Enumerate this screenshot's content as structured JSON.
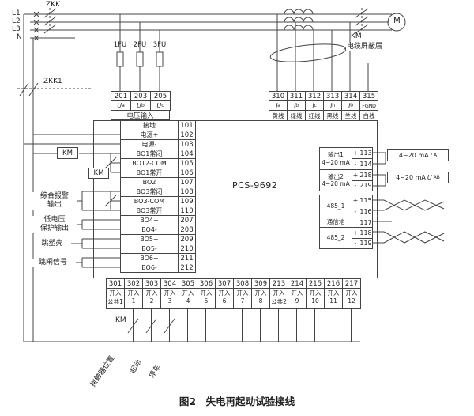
{
  "caption": "图2　失电再起动试验接线",
  "model": "PCS-9692",
  "top": {
    "phases": [
      "L1",
      "L2",
      "L3",
      "N"
    ],
    "breaker_label": "ZKK",
    "breaker2_label": "ZKK1",
    "contactor_label": "KM",
    "motor_label": "M",
    "cable_shield_label": "电缆屏蔽层",
    "fuse_labels": [
      "1FU",
      "2FU",
      "3FU"
    ]
  },
  "voltage_strip": {
    "title": "电压输入",
    "terminals": [
      {
        "num": "201",
        "sym": "U",
        "sub": "a"
      },
      {
        "num": "203",
        "sym": "U",
        "sub": "b"
      },
      {
        "num": "205",
        "sym": "U",
        "sub": "c"
      }
    ]
  },
  "current_strip": {
    "terminals": [
      {
        "num": "310",
        "sym": "I",
        "sub": "a",
        "wire": "黄线"
      },
      {
        "num": "311",
        "sym": "I",
        "sub": "b",
        "wire": "绿线"
      },
      {
        "num": "312",
        "sym": "I",
        "sub": "c",
        "wire": "红线"
      },
      {
        "num": "313",
        "sym": "I",
        "sub": "n",
        "wire": "黑线"
      },
      {
        "num": "314",
        "sym": "I",
        "sub": "0",
        "wire": "兰线"
      },
      {
        "num": "315",
        "sym": "FGND",
        "sub": "",
        "wire": "白线"
      }
    ]
  },
  "left_terminals": [
    {
      "label": "接地",
      "num": "101"
    },
    {
      "label": "电源+",
      "num": "102"
    },
    {
      "label": "电源-",
      "num": "103"
    },
    {
      "label": "BO1常闭",
      "num": "104"
    },
    {
      "label": "BO12-COM",
      "num": "105"
    },
    {
      "label": "BO1常开",
      "num": "106"
    },
    {
      "label": "BO2",
      "num": "107"
    },
    {
      "label": "BO3常闭",
      "num": "108"
    },
    {
      "label": "BO3-COM",
      "num": "109"
    },
    {
      "label": "BO3常开",
      "num": "110"
    },
    {
      "label": "BO4+",
      "num": "207"
    },
    {
      "label": "BO4-",
      "num": "208"
    },
    {
      "label": "BO5+",
      "num": "209"
    },
    {
      "label": "BO5-",
      "num": "210"
    },
    {
      "label": "BO6+",
      "num": "211"
    },
    {
      "label": "BO6-",
      "num": "212"
    }
  ],
  "side_labels": {
    "km_coil": "KM",
    "km_contact": "KM",
    "alarm_line1": "综合报警",
    "alarm_line2": "输出",
    "lv_line1": "低电压",
    "lv_line2": "保护输出",
    "trip_case": "跳塑壳",
    "trip_signal": "跳闸信号"
  },
  "analog_outputs": {
    "rows": [
      {
        "name": "输出1",
        "range": "4~20 mA",
        "plus": "+",
        "plus_num": "113",
        "minus": "-",
        "minus_num": "114",
        "ext_prefix": "4~20 mA",
        "ext_sym": "I",
        "ext_sub": "A"
      },
      {
        "name": "输出2",
        "range": "4~20 mA",
        "plus": "+",
        "plus_num": "218",
        "minus": "-",
        "minus_num": "219",
        "ext_prefix": "4~20 mA",
        "ext_sym": "U",
        "ext_sub": "AB"
      }
    ]
  },
  "comm": {
    "rs485_1": {
      "name": "485_1",
      "plus": "+",
      "plus_num": "115",
      "minus": "-",
      "minus_num": "116"
    },
    "ground": {
      "name": "通信地",
      "num": "117"
    },
    "rs485_2": {
      "name": "485_2",
      "plus": "+",
      "plus_num": "118",
      "minus": "-",
      "minus_num": "119"
    }
  },
  "di_strip": [
    {
      "num": "301",
      "line1": "开入",
      "line2": "公共1"
    },
    {
      "num": "302",
      "line1": "开入",
      "line2": "1"
    },
    {
      "num": "303",
      "line1": "开入",
      "line2": "2"
    },
    {
      "num": "304",
      "line1": "开入",
      "line2": "3"
    },
    {
      "num": "305",
      "line1": "开入",
      "line2": "4"
    },
    {
      "num": "306",
      "line1": "开入",
      "line2": "5"
    },
    {
      "num": "307",
      "line1": "开入",
      "line2": "6"
    },
    {
      "num": "308",
      "line1": "开入",
      "line2": "7"
    },
    {
      "num": "309",
      "line1": "开入",
      "line2": "8"
    },
    {
      "num": "213",
      "line1": "开入",
      "line2": "公共2"
    },
    {
      "num": "214",
      "line1": "开入",
      "line2": "9"
    },
    {
      "num": "215",
      "line1": "开入",
      "line2": "10"
    },
    {
      "num": "216",
      "line1": "开入",
      "line2": "11"
    },
    {
      "num": "217",
      "line1": "开入",
      "line2": "12"
    }
  ],
  "bottom": {
    "km_label": "KM",
    "angled_labels": [
      "接触器位置",
      "起动",
      "停车"
    ]
  }
}
